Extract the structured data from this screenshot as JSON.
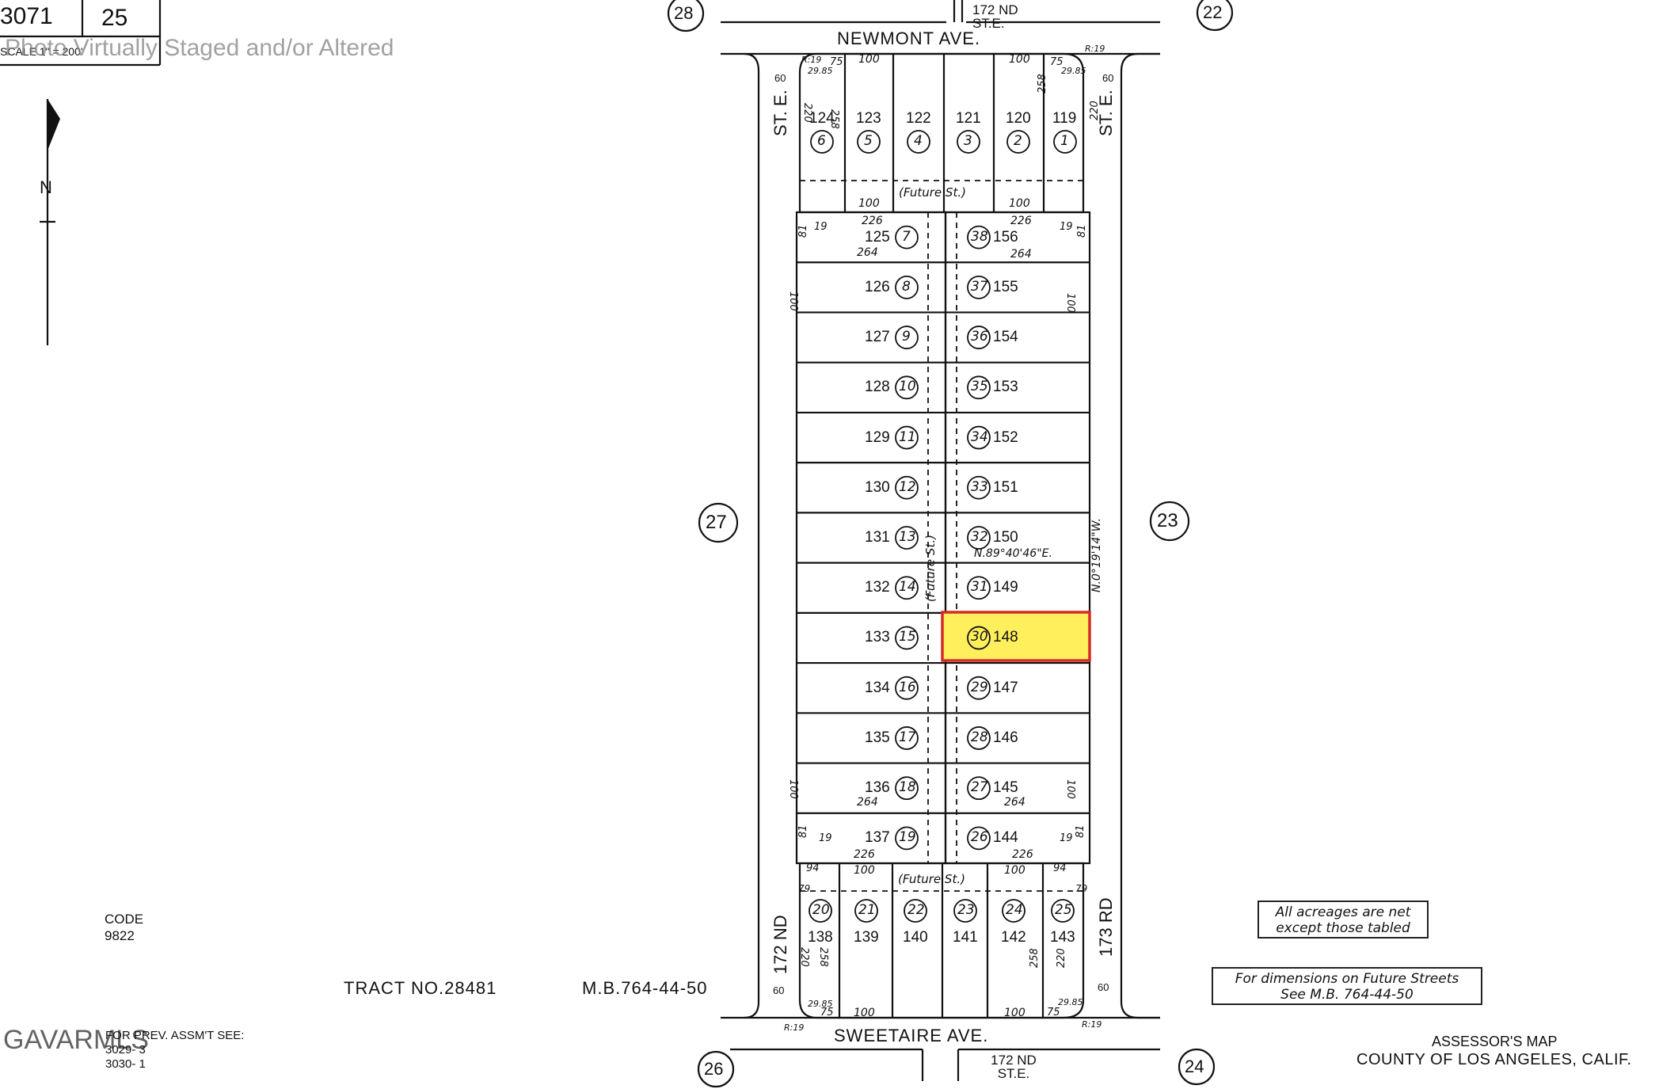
{
  "watermark": {
    "photo_note": "Photo Virtually Staged and/or Altered",
    "brand": "GAVARMLS"
  },
  "map_header": {
    "book": "3071",
    "page": "25",
    "scale": "SCALE 1\" = 200'"
  },
  "streets": {
    "top_avenue": "NEWMONT AVE.",
    "bottom_avenue": "SWEETAIRE AVE.",
    "left_street": "ST. E.",
    "right_street": "ST. E.",
    "left_road_bottom": "172 ND",
    "right_road_bottom": "173 RD",
    "top_cross": "172 ND ST.E.",
    "bottom_cross": "172 ND ST.E.",
    "future_street": "(Future St.)"
  },
  "adjacent_pages": [
    "28",
    "22",
    "27",
    "23",
    "26",
    "24"
  ],
  "top_block_lots": [
    {
      "parcel": "124",
      "lot": "6"
    },
    {
      "parcel": "123",
      "lot": "5"
    },
    {
      "parcel": "122",
      "lot": "4"
    },
    {
      "parcel": "121",
      "lot": "3"
    },
    {
      "parcel": "120",
      "lot": "2"
    },
    {
      "parcel": "119",
      "lot": "1"
    }
  ],
  "middle_left_lots": [
    {
      "parcel": "125",
      "lot": "7"
    },
    {
      "parcel": "126",
      "lot": "8"
    },
    {
      "parcel": "127",
      "lot": "9"
    },
    {
      "parcel": "128",
      "lot": "10"
    },
    {
      "parcel": "129",
      "lot": "11"
    },
    {
      "parcel": "130",
      "lot": "12"
    },
    {
      "parcel": "131",
      "lot": "13"
    },
    {
      "parcel": "132",
      "lot": "14"
    },
    {
      "parcel": "133",
      "lot": "15"
    },
    {
      "parcel": "134",
      "lot": "16"
    },
    {
      "parcel": "135",
      "lot": "17"
    },
    {
      "parcel": "136",
      "lot": "18"
    },
    {
      "parcel": "137",
      "lot": "19"
    }
  ],
  "middle_right_lots": [
    {
      "parcel": "156",
      "lot": "38"
    },
    {
      "parcel": "155",
      "lot": "37"
    },
    {
      "parcel": "154",
      "lot": "36"
    },
    {
      "parcel": "153",
      "lot": "35"
    },
    {
      "parcel": "152",
      "lot": "34"
    },
    {
      "parcel": "151",
      "lot": "33"
    },
    {
      "parcel": "150",
      "lot": "32"
    },
    {
      "parcel": "149",
      "lot": "31"
    },
    {
      "parcel": "148",
      "lot": "30"
    },
    {
      "parcel": "147",
      "lot": "29"
    },
    {
      "parcel": "146",
      "lot": "28"
    },
    {
      "parcel": "145",
      "lot": "27"
    },
    {
      "parcel": "144",
      "lot": "26"
    }
  ],
  "bottom_block_lots": [
    {
      "parcel": "138",
      "lot": "20"
    },
    {
      "parcel": "139",
      "lot": "21"
    },
    {
      "parcel": "140",
      "lot": "22"
    },
    {
      "parcel": "141",
      "lot": "23"
    },
    {
      "parcel": "142",
      "lot": "24"
    },
    {
      "parcel": "143",
      "lot": "25"
    }
  ],
  "highlighted_parcel": "148",
  "highlight_color": "#ffef5c",
  "highlight_border": "#d42a2a",
  "dims": {
    "front_100": "100",
    "depth_258": "258",
    "depth_220": "220",
    "width_75": "75",
    "corner_29_85": "29.85",
    "r19": "R:19",
    "w60": "60",
    "w264": "264",
    "w226": "226",
    "d94": "94",
    "d19": "19",
    "d81": "81",
    "d79": "79",
    "bearing_e": "N.89°40'46\"E.",
    "bearing_w": "N.0°19'14\"W."
  },
  "notes": {
    "code_label": "CODE",
    "code_value": "9822",
    "tract": "TRACT NO.28481",
    "map_book": "M.B.764-44-50",
    "prev_assmt": "FOR PREV. ASSM'T SEE:",
    "prev_ref_1": "3029- 3",
    "prev_ref_2": "3030- 1",
    "acreage_line1": "All acreages are net",
    "acreage_line2": "except those tabled",
    "dims_line1": "For dimensions on Future Streets",
    "dims_line2": "See M.B. 764-44-50",
    "assessor_title": "ASSESSOR'S MAP",
    "county": "COUNTY OF LOS ANGELES, CALIF."
  },
  "north_arrow_label": "N"
}
